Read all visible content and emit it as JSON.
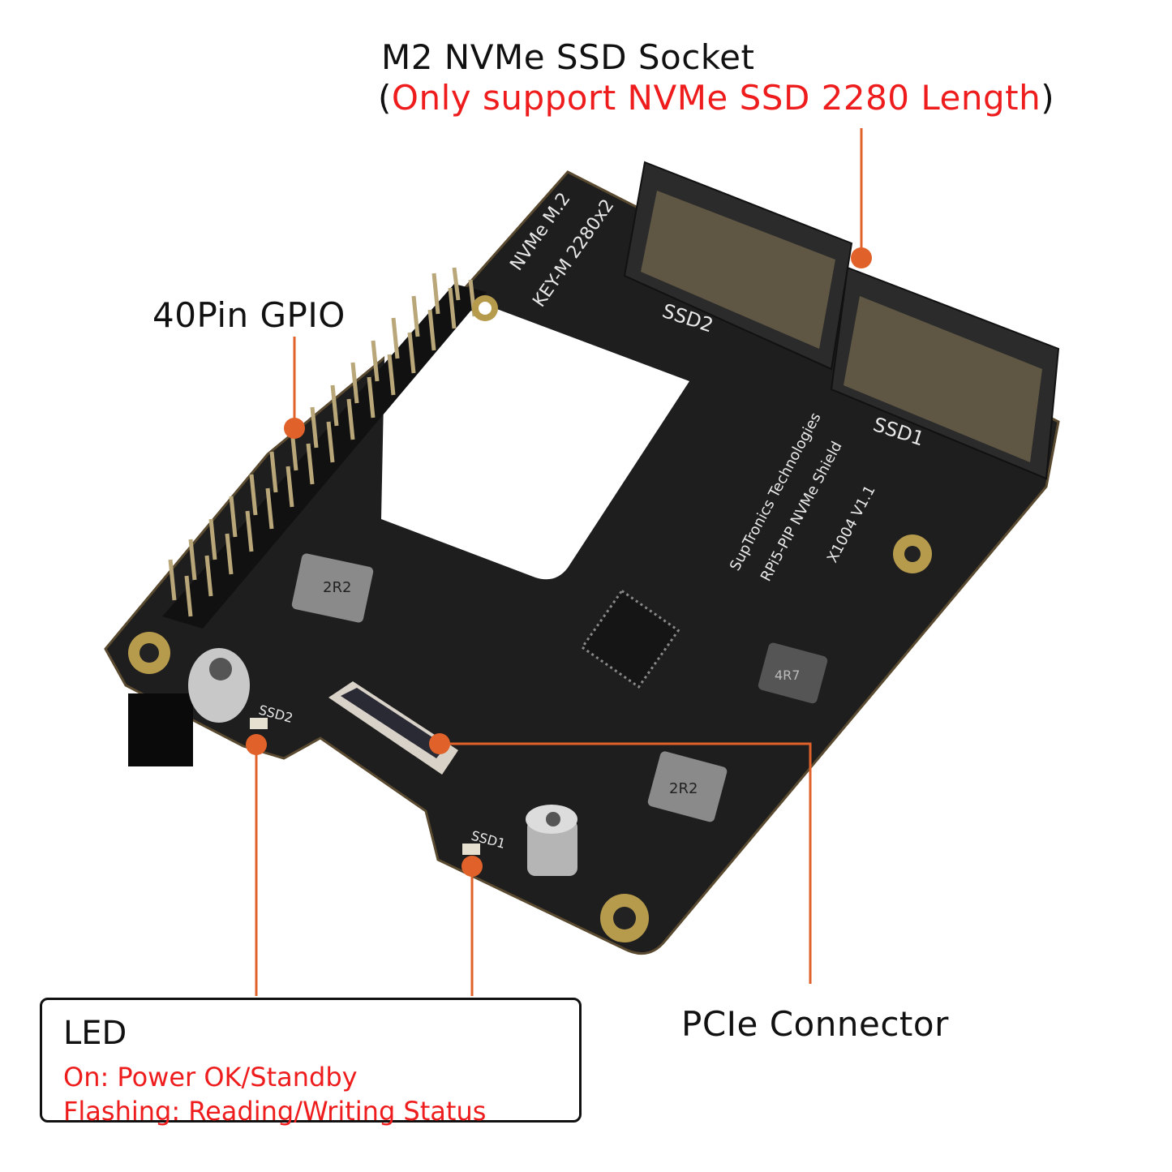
{
  "header": {
    "title": "M2 NVMe SSD Socket",
    "note_open": "(",
    "note": "Only support NVMe SSD 2280 Length",
    "note_close": ")"
  },
  "callouts": {
    "gpio": "40Pin GPIO",
    "pcie": "PCIe Connector",
    "led": {
      "title": "LED",
      "on": "On: Power OK/Standby",
      "flashing": "Flashing: Reading/Writing Status"
    }
  },
  "board": {
    "silkscreen": {
      "top_line1": "NVMe M.2",
      "top_line2": "KEY-M 2280x2",
      "ssd2": "SSD2",
      "ssd1": "SSD1",
      "brand_line1": "SupTronics Technologies",
      "brand_line2": "RPi5-PIP NVMe Shield",
      "brand_line3": "X1004 V1.1",
      "led_ssd2": "SSD2",
      "led_ssd1": "SSD1",
      "inductor_a": "2R2",
      "inductor_b": "2R2",
      "inductor_c": "4R7"
    }
  },
  "colors": {
    "callout": "#E0622A",
    "warning_text": "#EE1C1C",
    "pcb": "#1c1c1c"
  }
}
